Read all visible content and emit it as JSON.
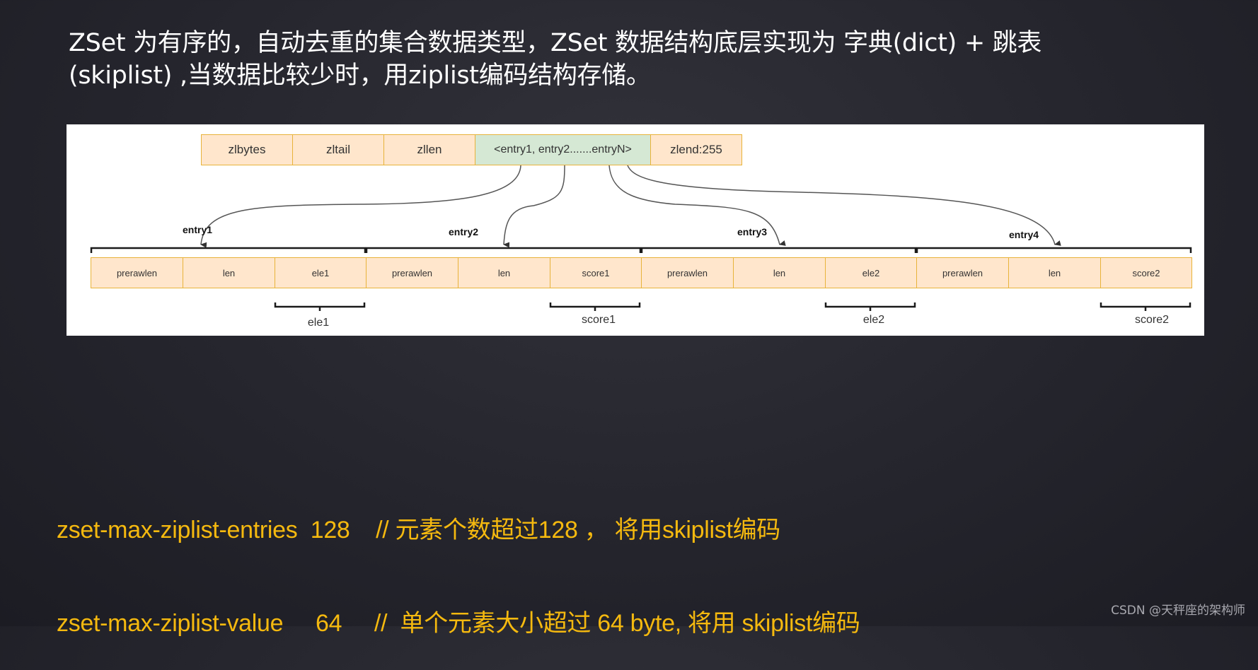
{
  "intro": {
    "line1": "ZSet  为有序的，自动去重的集合数据类型，ZSet 数据结构底层实现为 字典(dict) + 跳表",
    "line2": "(skiplist) ,当数据比较少时，用ziplist编码结构存储。"
  },
  "diagram": {
    "ziplist_header": [
      {
        "label": "zlbytes",
        "kind": "header"
      },
      {
        "label": "zltail",
        "kind": "header"
      },
      {
        "label": "zllen",
        "kind": "header"
      },
      {
        "label": "<entry1, entry2.......entryN>",
        "kind": "entries"
      },
      {
        "label": "zlend:255",
        "kind": "header"
      }
    ],
    "entries": [
      {
        "label": "entry1",
        "fields": [
          "prerawlen",
          "len",
          "ele1"
        ],
        "underline": "ele1"
      },
      {
        "label": "entry2",
        "fields": [
          "prerawlen",
          "len",
          "score1"
        ],
        "underline": "score1"
      },
      {
        "label": "entry3",
        "fields": [
          "prerawlen",
          "len",
          "ele2"
        ],
        "underline": "ele2"
      },
      {
        "label": "entry4",
        "fields": [
          "prerawlen",
          "len",
          "score2"
        ],
        "underline": "score2"
      }
    ],
    "colors": {
      "header_fill": "#ffe6cc",
      "entries_fill": "#d5e8d4",
      "border": "#e8b33a",
      "arrow": "#555555",
      "bracket": "#1a1a1a"
    }
  },
  "config": {
    "lines": [
      "zset-max-ziplist-entries  128    // 元素个数超过128 ， 将用skiplist编码",
      "zset-max-ziplist-value     64     //  单个元素大小超过 64 byte, 将用 skiplist编码"
    ],
    "color": "#f5b90f"
  },
  "watermark": "CSDN @天秤座的架构师"
}
